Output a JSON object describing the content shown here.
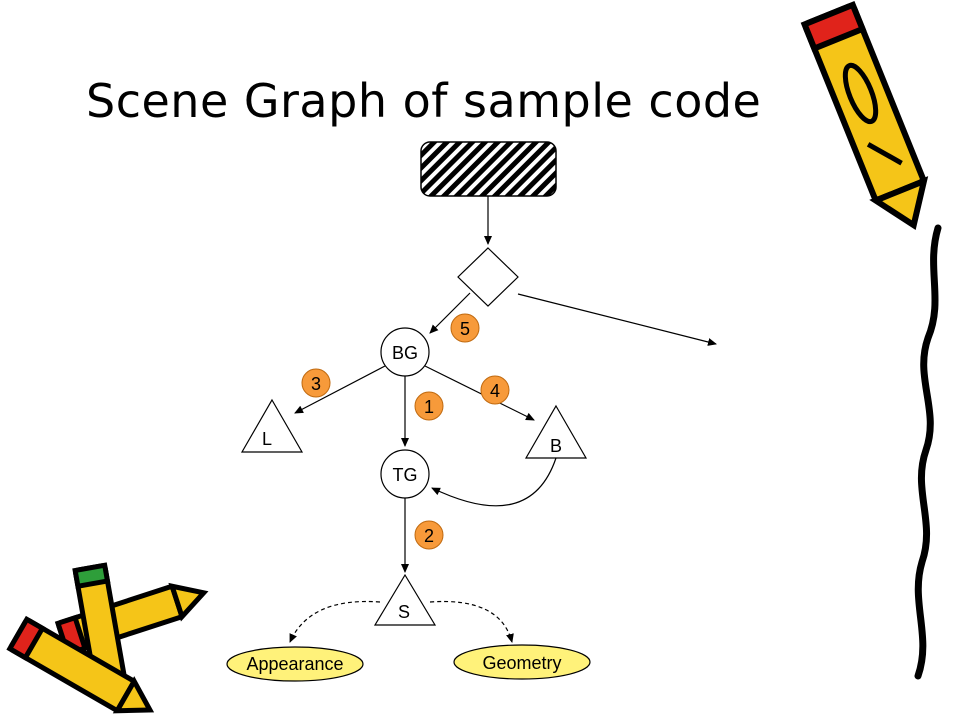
{
  "title": "Scene Graph of sample code",
  "nodes": {
    "bg": "BG",
    "tg": "TG",
    "light": "L",
    "behavior": "B",
    "shape": "S",
    "appearance": "Appearance",
    "geometry": "Geometry"
  },
  "steps": [
    "5",
    "3",
    "4",
    "1",
    "2"
  ],
  "colors": {
    "step_badge": "#F79A3A",
    "leaf_fill": "#FFF27A",
    "pencil_body": "#F5C518",
    "pencil_red": "#E0231B",
    "pencil_green": "#2E9E3A"
  }
}
